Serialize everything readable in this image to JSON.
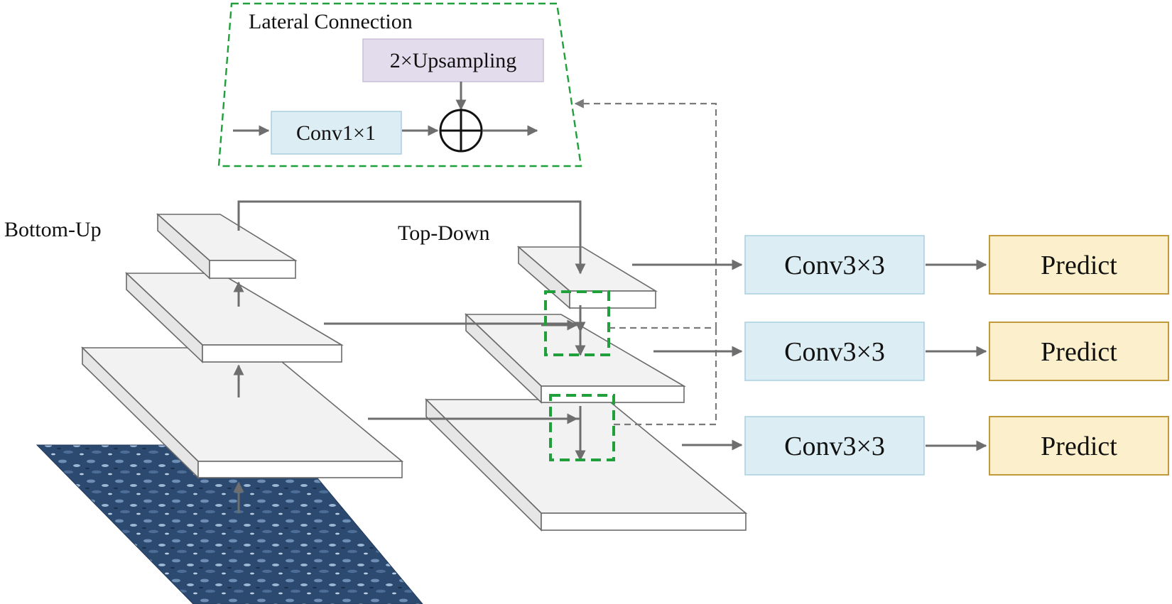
{
  "labels": {
    "lateral_title": "Lateral Connection",
    "upsampling": "2×Upsampling",
    "conv1x1": "Conv1×1",
    "bottom_up": "Bottom-Up",
    "top_down": "Top-Down"
  },
  "heads": [
    {
      "conv": "Conv3×3",
      "predict": "Predict"
    },
    {
      "conv": "Conv3×3",
      "predict": "Predict"
    },
    {
      "conv": "Conv3×3",
      "predict": "Predict"
    }
  ],
  "colors": {
    "conv_fill": "#dcedf3",
    "predict_fill": "#fcf0cc",
    "predict_border": "#c19a3c",
    "upsampling_fill": "#e3dcec",
    "lateral_border": "#1fa03a",
    "arrow": "#6e6e6e"
  }
}
